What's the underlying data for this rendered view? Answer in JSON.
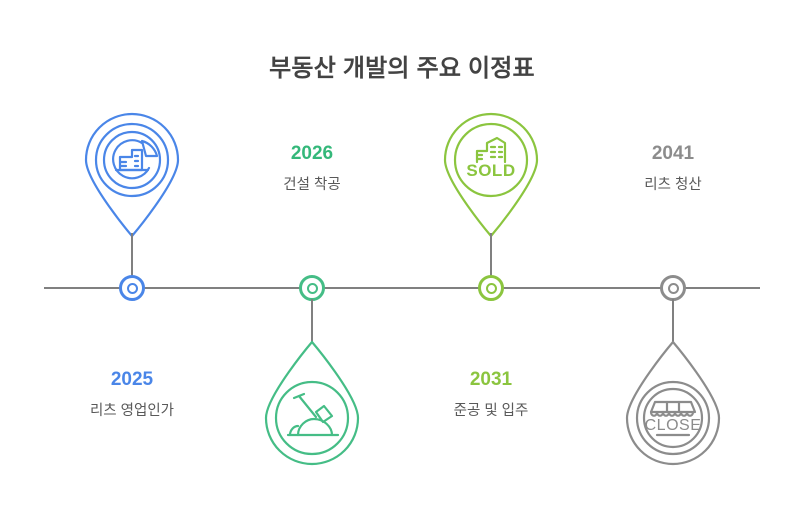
{
  "title": "부동산 개발의 주요 이정표",
  "colors": {
    "blue": "#4a86e8",
    "green": "#45bd86",
    "lime": "#8bc53f",
    "gray": "#8c8c8c",
    "axis": "#808080",
    "title_text": "#434343",
    "caption_text": "#595959"
  },
  "axis": {
    "label": "timeline-axis"
  },
  "milestones": [
    {
      "id": "milestone-2025",
      "year": "2025",
      "caption": "리츠 영업인가",
      "color": "#4a86e8",
      "position": "above",
      "icon": "building-chart-icon",
      "icon_text": ""
    },
    {
      "id": "milestone-2026",
      "year": "2026",
      "caption": "건설 착공",
      "color": "#45bd86",
      "position": "below",
      "icon": "shovel-dirt-icon",
      "icon_text": ""
    },
    {
      "id": "milestone-2031",
      "year": "2031",
      "caption": "준공 및 입주",
      "color": "#8bc53f",
      "position": "above",
      "icon": "building-sold-icon",
      "icon_text": "SOLD"
    },
    {
      "id": "milestone-2041",
      "year": "2041",
      "caption": "리츠 청산",
      "color": "#8c8c8c",
      "position": "below",
      "icon": "shop-close-icon",
      "icon_text": "CLOSE"
    }
  ]
}
